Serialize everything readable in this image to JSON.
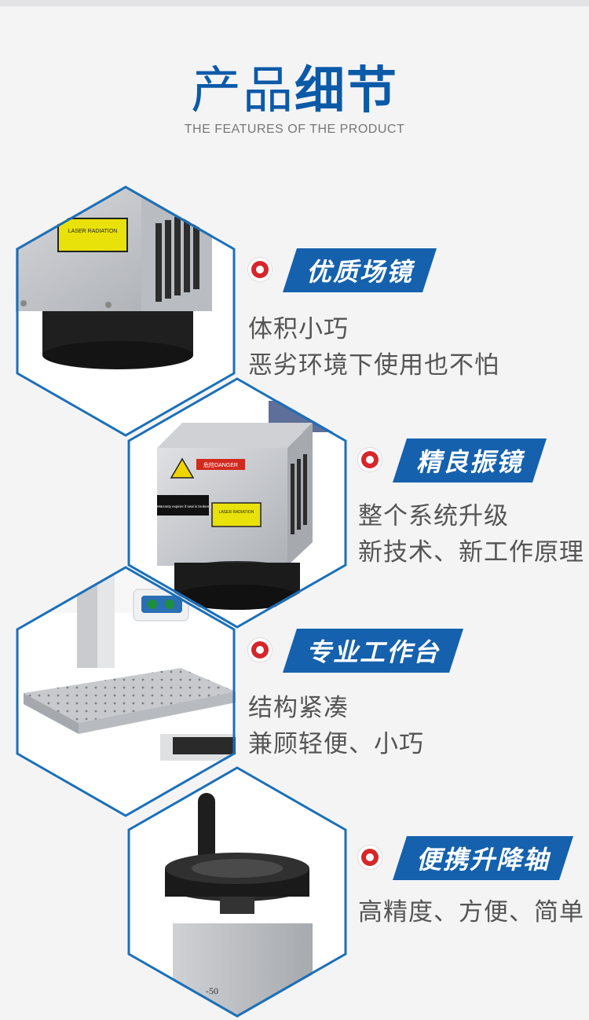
{
  "header": {
    "title_light": "产品",
    "title_bold": "细节",
    "subtitle": "THE FEATURES OF THE PRODUCT"
  },
  "colors": {
    "accent": "#1561ad",
    "hex_border": "#1b6fb8",
    "title": "#0b5aa8",
    "marker": "#d7262b",
    "body_text": "#555555"
  },
  "labels": {
    "laser_radiation": "LASER RADIATION",
    "danger": "危险DANGER",
    "warranty": "Warranty expires if seal is broken",
    "scale": "-50"
  },
  "features": [
    {
      "title": "优质场镜",
      "lines": [
        "体积小巧",
        "恶劣环境下使用也不怕"
      ],
      "icon": "target-icon"
    },
    {
      "title": "精良振镜",
      "lines": [
        "整个系统升级",
        "新技术、新工作原理"
      ],
      "icon": "target-icon"
    },
    {
      "title": "专业工作台",
      "lines": [
        "结构紧凑",
        "兼顾轻便、小巧"
      ],
      "icon": "target-icon"
    },
    {
      "title": "便携升降轴",
      "lines": [
        "高精度、方便、简单"
      ],
      "icon": "target-icon"
    }
  ]
}
